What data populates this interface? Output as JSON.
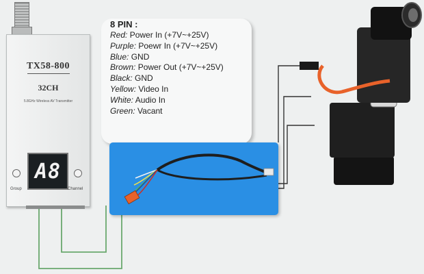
{
  "transmitter": {
    "model": "TX58-800",
    "channels": "32CH",
    "description": "5.8GHz Wireless AV Transmitter",
    "display": "A8",
    "group_label": "Group",
    "channel_label": "Channel"
  },
  "pinout": {
    "title": "8 PIN :",
    "pins": [
      {
        "color": "Red:",
        "function": "Power In (+7V~+25V)"
      },
      {
        "color": "Purple:",
        "function": "Poewr In (+7V~+25V)"
      },
      {
        "color": "Blue:",
        "function": "GND"
      },
      {
        "color": "Brown:",
        "function": "Power Out (+7V~+25V)"
      },
      {
        "color": "Black:",
        "function": "GND"
      },
      {
        "color": "Yellow:",
        "function": "Video In"
      },
      {
        "color": "White:",
        "function": "Audio In"
      },
      {
        "color": "Green:",
        "function": "Vacant"
      }
    ]
  },
  "colors": {
    "panel_blue": "#2a8fe4",
    "wire_green": "#3fa34a",
    "wire_black": "#222222",
    "connector_orange": "#e8622a"
  }
}
